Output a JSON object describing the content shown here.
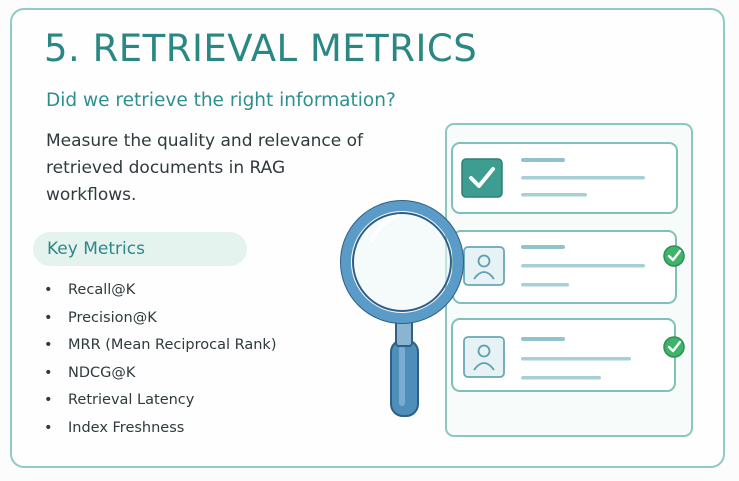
{
  "title": "5. RETRIEVAL METRICS",
  "subtitle": "Did we retrieve the right information?",
  "description": "Measure the quality and relevance of retrieved documents in RAG workflows.",
  "key_metrics": {
    "heading": "Key Metrics",
    "items": [
      "Recall@K",
      "Precision@K",
      "MRR (Mean Reciprocal Rank)",
      "NDCG@K",
      "Retrieval Latency",
      "Index Freshness"
    ]
  },
  "illustration": {
    "icons": [
      "checkmark-icon",
      "user-icon",
      "user-icon",
      "check-circle-icon",
      "magnifying-glass-icon"
    ],
    "colors": {
      "teal": "#2b8783",
      "light_teal": "#8fcbc3",
      "green": "#3fb36a",
      "blue": "#4e8fba"
    }
  }
}
